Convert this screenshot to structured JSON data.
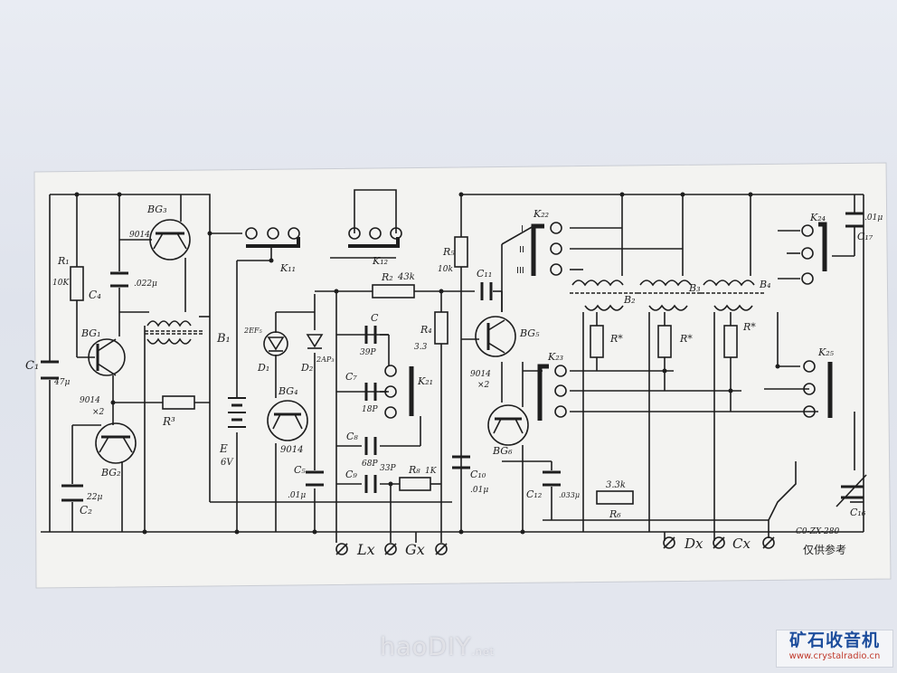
{
  "colors": {
    "ink": "#1e1e1e",
    "paper": "#f3f3f1",
    "background": "#e4e7ee",
    "brand_blue": "#1d4d9c",
    "brand_red": "#c0392b"
  },
  "labels": {
    "R1": "R₁",
    "R1v": "10K",
    "C1": "C₁",
    "C1v": "47μ",
    "C2": "C₂",
    "C2v": "22μ",
    "C4": "C₄",
    "C4v": ".022μ",
    "BG1": "BG₁",
    "BG1t": "9014",
    "BG1x": "×2",
    "BG2": "BG₂",
    "BG3": "BG₃",
    "BG3t": "9014",
    "R3": "R³",
    "B1": "B₁",
    "E": "E",
    "Ev": "6V",
    "D1": "D₁",
    "D1t": "2EF₅",
    "D2": "D₂",
    "D2t": "2AP₃",
    "BG4": "BG₄",
    "BG4t": "9014",
    "C5": "C₅",
    "C5v": ".01μ",
    "K11": "K₁₁",
    "K12": "K₁₂",
    "R2": "R₂",
    "R2v": "43k",
    "C": "C",
    "Cv": "39P",
    "C7": "C₇",
    "C7v": "18P",
    "C8": "C₈",
    "C8v": "68P",
    "C9": "C₉",
    "C9v": "33P",
    "R4": "R₄",
    "R4v": "3.3",
    "K21": "K₂₁",
    "R8": "R₈",
    "R8v": "1K",
    "R5": "R₅",
    "R5v": "10k",
    "C11": "C₁₁",
    "BG5": "BG₅",
    "BG5t": "9014",
    "BG5x": "×2",
    "BG6": "BG₆",
    "C10": "C₁₀",
    "C10v": ".01μ",
    "C12": "C₁₂",
    "C12v": ".033μ",
    "R6": "R₆",
    "R6v": "3.3k",
    "K22": "K₂₂",
    "K23": "K₂₃",
    "I": "I",
    "II": "II",
    "III": "III",
    "B2": "B₂",
    "B3": "B₃",
    "B4": "B₄",
    "Rp2": "R*",
    "Rp3": "R*",
    "Rp4": "R*",
    "K24": "K₂₄",
    "K25": "K₂₅",
    "C17": "C₁₇",
    "C17v": ".01μ",
    "C16": "C₁₆",
    "Lx": "Lx",
    "Gx": "Gx",
    "Dx": "Dx",
    "Cx": "Cx",
    "code": "C0-ZX-280",
    "note": "仅供参考"
  },
  "watermark": {
    "brand_title": "矿石收音机",
    "brand_url": "www.crystalradio.cn",
    "site": "haoDIY",
    "site_suffix": ".net"
  }
}
